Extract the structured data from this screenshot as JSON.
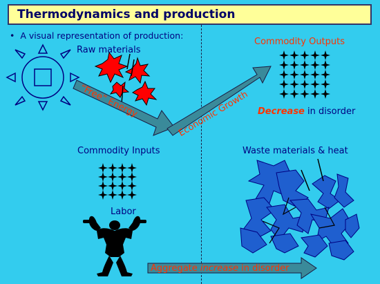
{
  "title": "Thermodynamics and production",
  "bullet": "A visual representation of production:",
  "labels": {
    "raw_materials": "Raw materials",
    "commodity_outputs": "Commodity Outputs",
    "decrease_word": "Decrease",
    "decrease_rest": " in disorder",
    "commodity_inputs": "Commodity Inputs",
    "labor": "Labor",
    "waste": "Waste materials & heat"
  },
  "arrows": {
    "free_energy": "“Free” Energy",
    "economic_growth": "Economic Growth",
    "aggregate_pre": "Aggregate ",
    "aggregate_increase": "increase",
    "aggregate_post": " in disorder"
  },
  "colors": {
    "background": "#33ccee",
    "title_bg": "#ffff99",
    "title_text": "#000066",
    "label_blue": "#000080",
    "accent_red": "#ff3300",
    "arrow_fill": "#3a8a9a"
  },
  "icons": [
    "sun-icon",
    "explosion-icon",
    "star-grid-icon",
    "strongman-icon",
    "waste-scribble-icon"
  ]
}
